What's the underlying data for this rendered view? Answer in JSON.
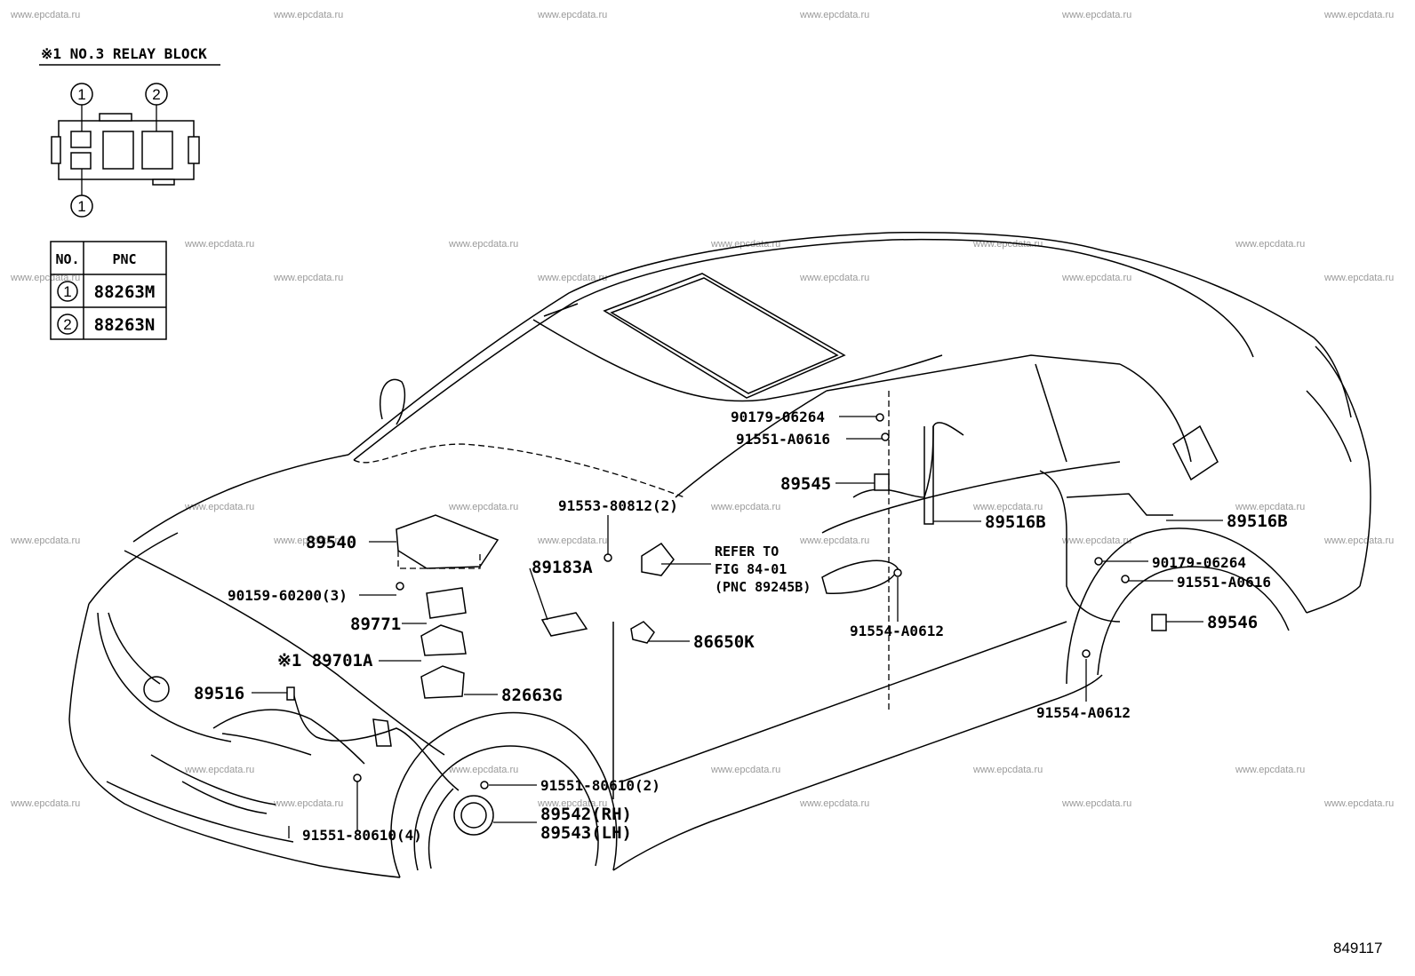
{
  "relay_block": {
    "title": "※1 NO.3 RELAY BLOCK",
    "callouts": [
      "1",
      "2",
      "1"
    ]
  },
  "pnc_table": {
    "headers": [
      "NO.",
      "PNC"
    ],
    "rows": [
      {
        "no": "1",
        "pnc": "88263M"
      },
      {
        "no": "2",
        "pnc": "88263N"
      }
    ]
  },
  "parts": {
    "p90179_upper": "90179-06264",
    "p91551_A0616_upper": "91551-A0616",
    "p89545": "89545",
    "p89516B_left": "89516B",
    "p89516B_right": "89516B",
    "p91553": "91553-80812(2)",
    "p89540": "89540",
    "p89183A": "89183A",
    "refer_1": "REFER TO",
    "refer_2": "FIG 84-01",
    "refer_3": "(PNC 89245B)",
    "p90159": "90159-60200(3)",
    "p89771": "89771",
    "p89701A": "※1 89701A",
    "p86650K": "86650K",
    "p89516": "89516",
    "p82663G": "82663G",
    "p90179_right": "90179-06264",
    "p91551_A0616_right": "91551-A0616",
    "p91554_left": "91554-A0612",
    "p89546": "89546",
    "p91554_right": "91554-A0612",
    "p91551_80610_2": "91551-80610(2)",
    "p89542": "89542(RH)",
    "p89543": "89543(LH)",
    "p91551_80610_4": "91551-80610(4)"
  },
  "figure_number": "849117",
  "watermark": "www.epcdata.ru"
}
